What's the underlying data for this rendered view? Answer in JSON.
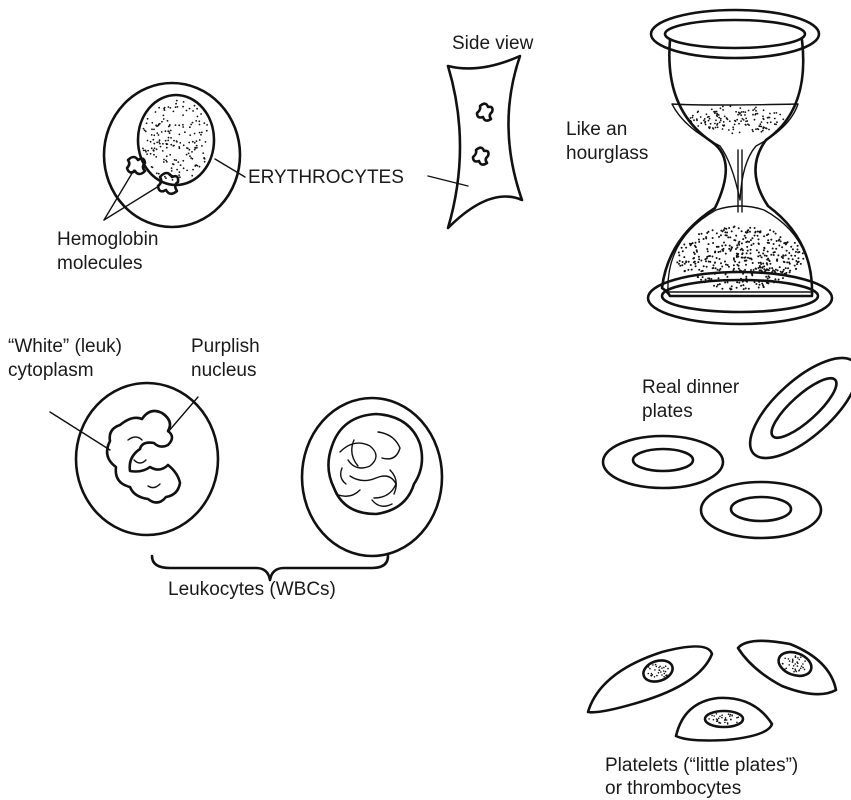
{
  "labels": {
    "side_view": "Side view",
    "like_hourglass_1": "Like an",
    "like_hourglass_2": "hourglass",
    "erythrocytes": "ERYTHROCYTES",
    "hemoglobin_1": "Hemoglobin",
    "hemoglobin_2": "molecules",
    "white_cytoplasm_1": "“White” (leuk)",
    "white_cytoplasm_2": "cytoplasm",
    "purplish_1": "Purplish",
    "purplish_2": "nucleus",
    "dinner_plates_1": "Real dinner",
    "dinner_plates_2": "plates",
    "leukocytes": "Leukocytes (WBCs)",
    "platelets_1": "Platelets (“little plates”)",
    "platelets_2": "or thrombocytes"
  },
  "colors": {
    "ink": "#111111",
    "background": "#ffffff"
  }
}
